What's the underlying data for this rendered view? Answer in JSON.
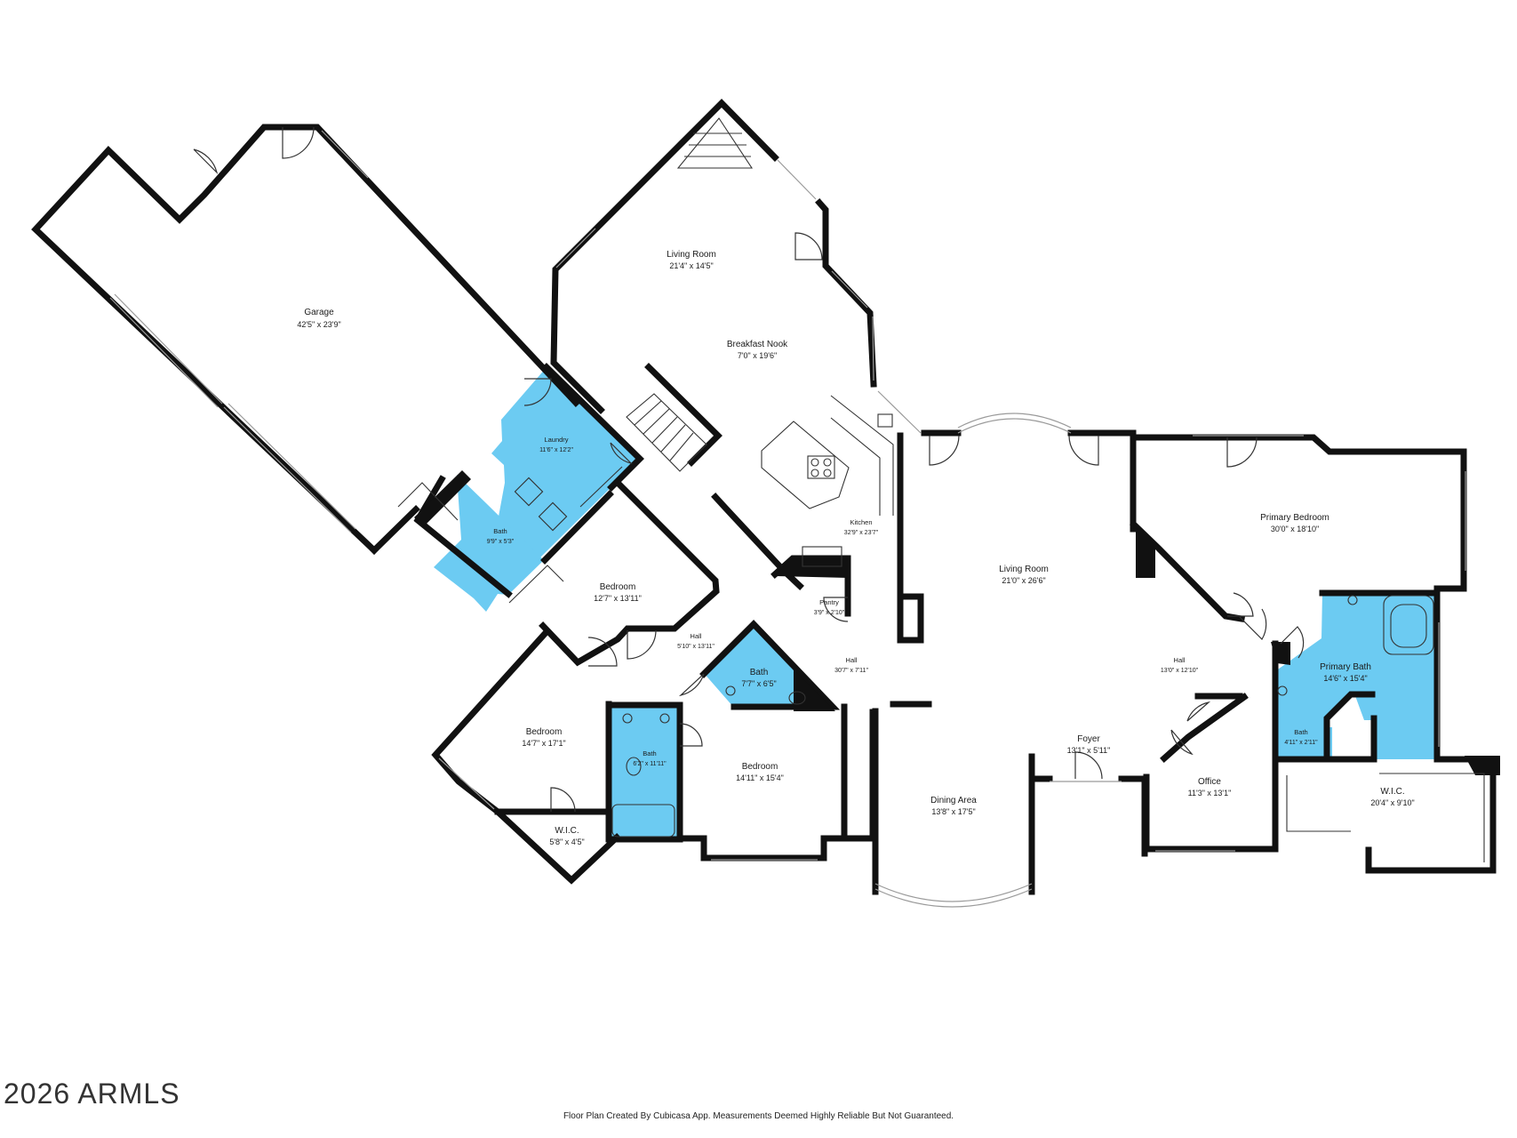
{
  "colors": {
    "wall": "#111111",
    "wet_room": "#6ccbf2",
    "background": "#ffffff"
  },
  "rooms": {
    "garage": {
      "name": "Garage",
      "dims": "42'5\" x 23'9\""
    },
    "living_room_upper": {
      "name": "Living Room",
      "dims": "21'4\" x 14'5\""
    },
    "breakfast_nook": {
      "name": "Breakfast Nook",
      "dims": "7'0\" x 19'6\""
    },
    "laundry": {
      "name": "Laundry",
      "dims": "11'6\" x 12'2\""
    },
    "bath_upper_left": {
      "name": "Bath",
      "dims": "9'9\" x 5'3\""
    },
    "kitchen": {
      "name": "Kitchen",
      "dims": "32'9\" x 23'7\""
    },
    "pantry": {
      "name": "Pantry",
      "dims": "3'9\" x 2'10\""
    },
    "bedroom_center": {
      "name": "Bedroom",
      "dims": "12'7\" x 13'11\""
    },
    "hall_left": {
      "name": "Hall",
      "dims": "5'10\" x 13'11\""
    },
    "hall_center": {
      "name": "Hall",
      "dims": "30'7\" x 7'11\""
    },
    "living_room_main": {
      "name": "Living Room",
      "dims": "21'0\" x 26'6\""
    },
    "primary_bedroom": {
      "name": "Primary Bedroom",
      "dims": "30'0\" x 18'10\""
    },
    "hall_right": {
      "name": "Hall",
      "dims": "13'0\" x 12'10\""
    },
    "primary_bath": {
      "name": "Primary Bath",
      "dims": "14'6\" x 15'4\""
    },
    "bath_small": {
      "name": "Bath",
      "dims": "4'11\" x 2'11\""
    },
    "bath_center": {
      "name": "Bath",
      "dims": "7'7\" x 6'5\""
    },
    "bedroom_left": {
      "name": "Bedroom",
      "dims": "14'7\" x 17'1\""
    },
    "bath_left": {
      "name": "Bath",
      "dims": "6'2\" x 11'11\""
    },
    "bedroom_lower": {
      "name": "Bedroom",
      "dims": "14'11\" x 15'4\""
    },
    "wic_left": {
      "name": "W.I.C.",
      "dims": "5'8\" x 4'5\""
    },
    "dining_area": {
      "name": "Dining Area",
      "dims": "13'8\" x 17'5\""
    },
    "foyer": {
      "name": "Foyer",
      "dims": "13'1\" x 5'11\""
    },
    "office": {
      "name": "Office",
      "dims": "11'3\" x 13'1\""
    },
    "wic_right": {
      "name": "W.I.C.",
      "dims": "20'4\" x 9'10\""
    }
  },
  "footer": {
    "copyright": "2026 ARMLS",
    "disclaimer": "Floor Plan Created By Cubicasa App. Measurements Deemed Highly Reliable But Not Guaranteed."
  }
}
